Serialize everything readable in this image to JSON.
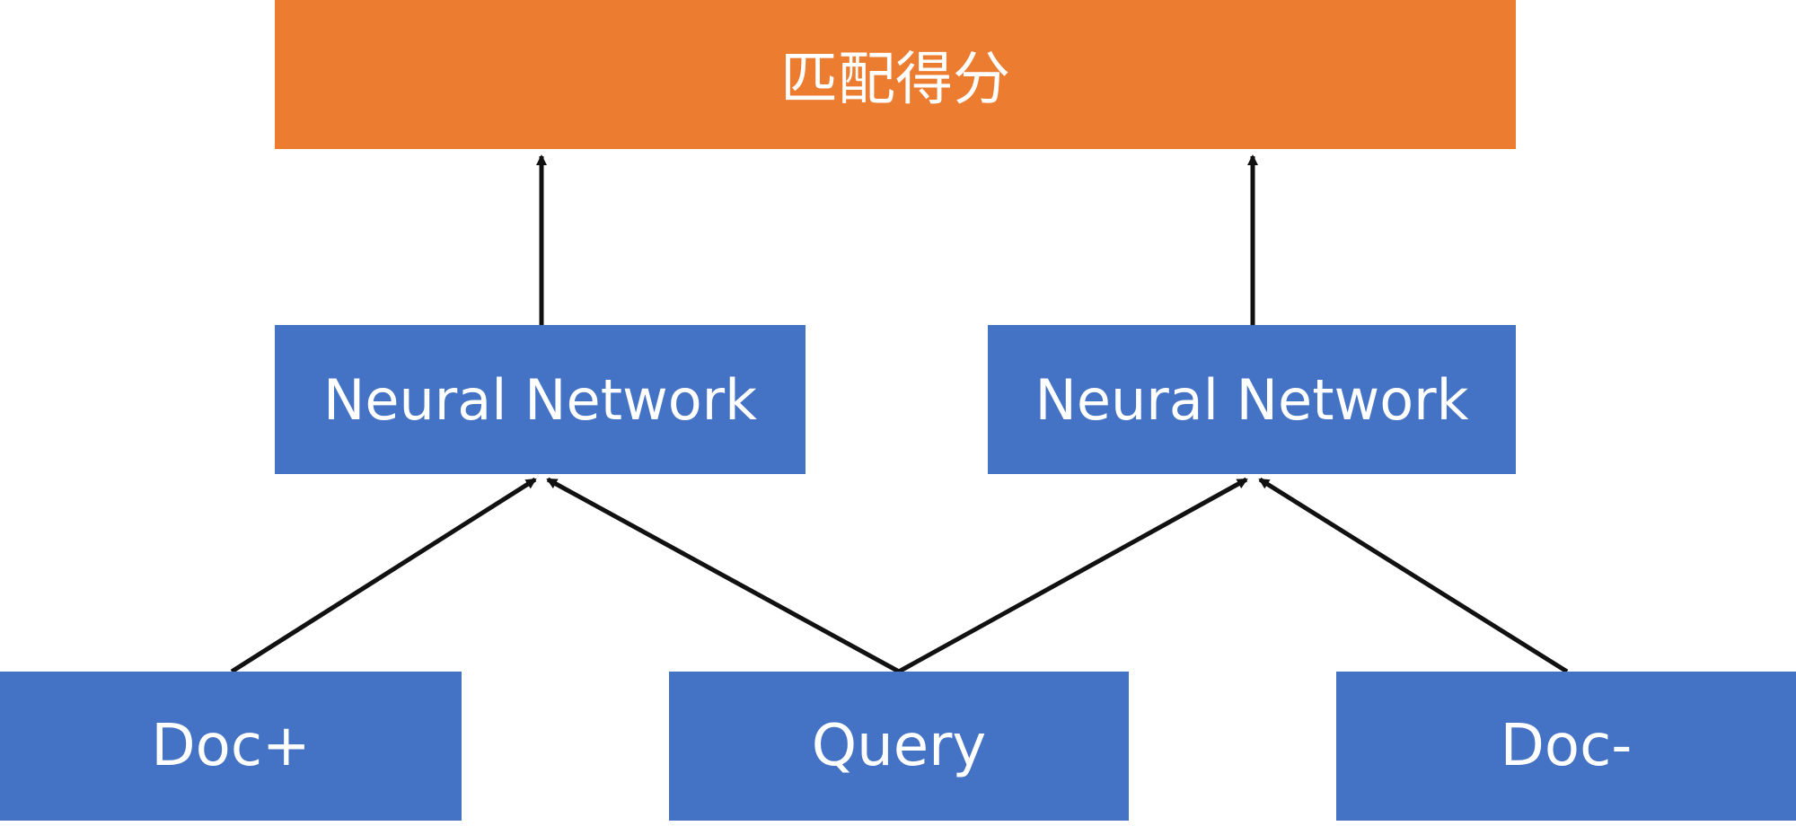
{
  "colors": {
    "score_fill": "#EC7C30",
    "node_fill": "#4472C4",
    "node_text": "#FFFFFF",
    "edge": "#111111"
  },
  "score": {
    "label": "匹配得分"
  },
  "neural_networks": [
    {
      "label": "Neural Network"
    },
    {
      "label": "Neural Network"
    }
  ],
  "inputs": {
    "doc_pos": "Doc+",
    "query": "Query",
    "doc_neg": "Doc-"
  },
  "edges": [
    {
      "from": "neural-network-left",
      "to": "matching-score"
    },
    {
      "from": "neural-network-right",
      "to": "matching-score"
    },
    {
      "from": "doc-plus",
      "to": "neural-network-left"
    },
    {
      "from": "query",
      "to": "neural-network-left"
    },
    {
      "from": "query",
      "to": "neural-network-right"
    },
    {
      "from": "doc-minus",
      "to": "neural-network-right"
    }
  ]
}
